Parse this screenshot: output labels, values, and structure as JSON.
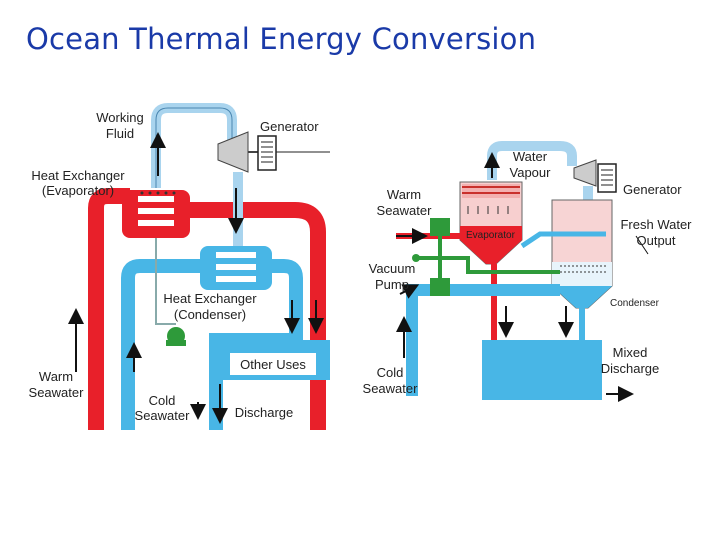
{
  "title": "Ocean Thermal Energy Conversion",
  "colors": {
    "warm": "#e8202a",
    "cold": "#48b6e6",
    "title": "#1a3aa8",
    "green": "#2e9a3a"
  },
  "left_diagram": {
    "labels": {
      "working_fluid": [
        "Working",
        "Fluid"
      ],
      "generator": "Generator",
      "heat_exchanger_evap": [
        "Heat Exchanger",
        "(Evaporator)"
      ],
      "heat_exchanger_cond": [
        "Heat Exchanger",
        "(Condenser)"
      ],
      "other_uses": "Other Uses",
      "warm_seawater": [
        "Warm",
        "Seawater"
      ],
      "cold_seawater": [
        "Cold",
        "Seawater"
      ],
      "discharge": "Discharge"
    }
  },
  "right_diagram": {
    "labels": {
      "water_vapour": [
        "Water",
        "Vapour"
      ],
      "generator": "Generator",
      "warm_seawater": [
        "Warm",
        "Seawater"
      ],
      "evaporator": "Evaporator",
      "fresh_water_output": [
        "Fresh Water",
        "Output"
      ],
      "vacuum_pump": [
        "Vacuum",
        "Pump"
      ],
      "condenser": "Condenser",
      "mixed_discharge": [
        "Mixed",
        "Discharge"
      ],
      "cold_seawater": [
        "Cold",
        "Seawater"
      ]
    }
  }
}
